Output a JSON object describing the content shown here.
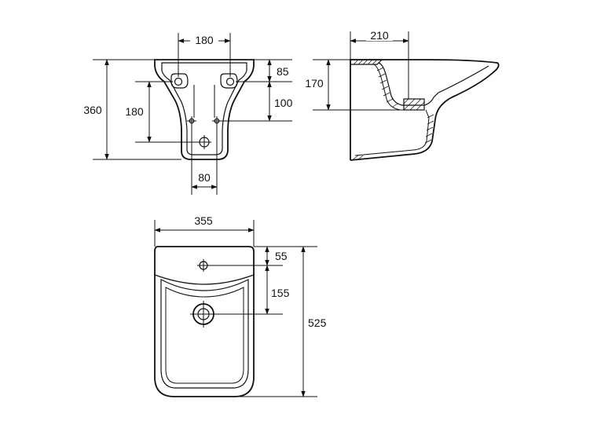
{
  "dimensions": {
    "rear_width_180": "180",
    "rear_top_85": "85",
    "rear_height_360": "360",
    "rear_left_180": "180",
    "rear_mid_100": "100",
    "rear_bottom_80": "80",
    "side_width_210": "210",
    "side_height_170": "170",
    "top_width_355": "355",
    "top_55": "55",
    "top_155": "155",
    "top_depth_525": "525"
  }
}
